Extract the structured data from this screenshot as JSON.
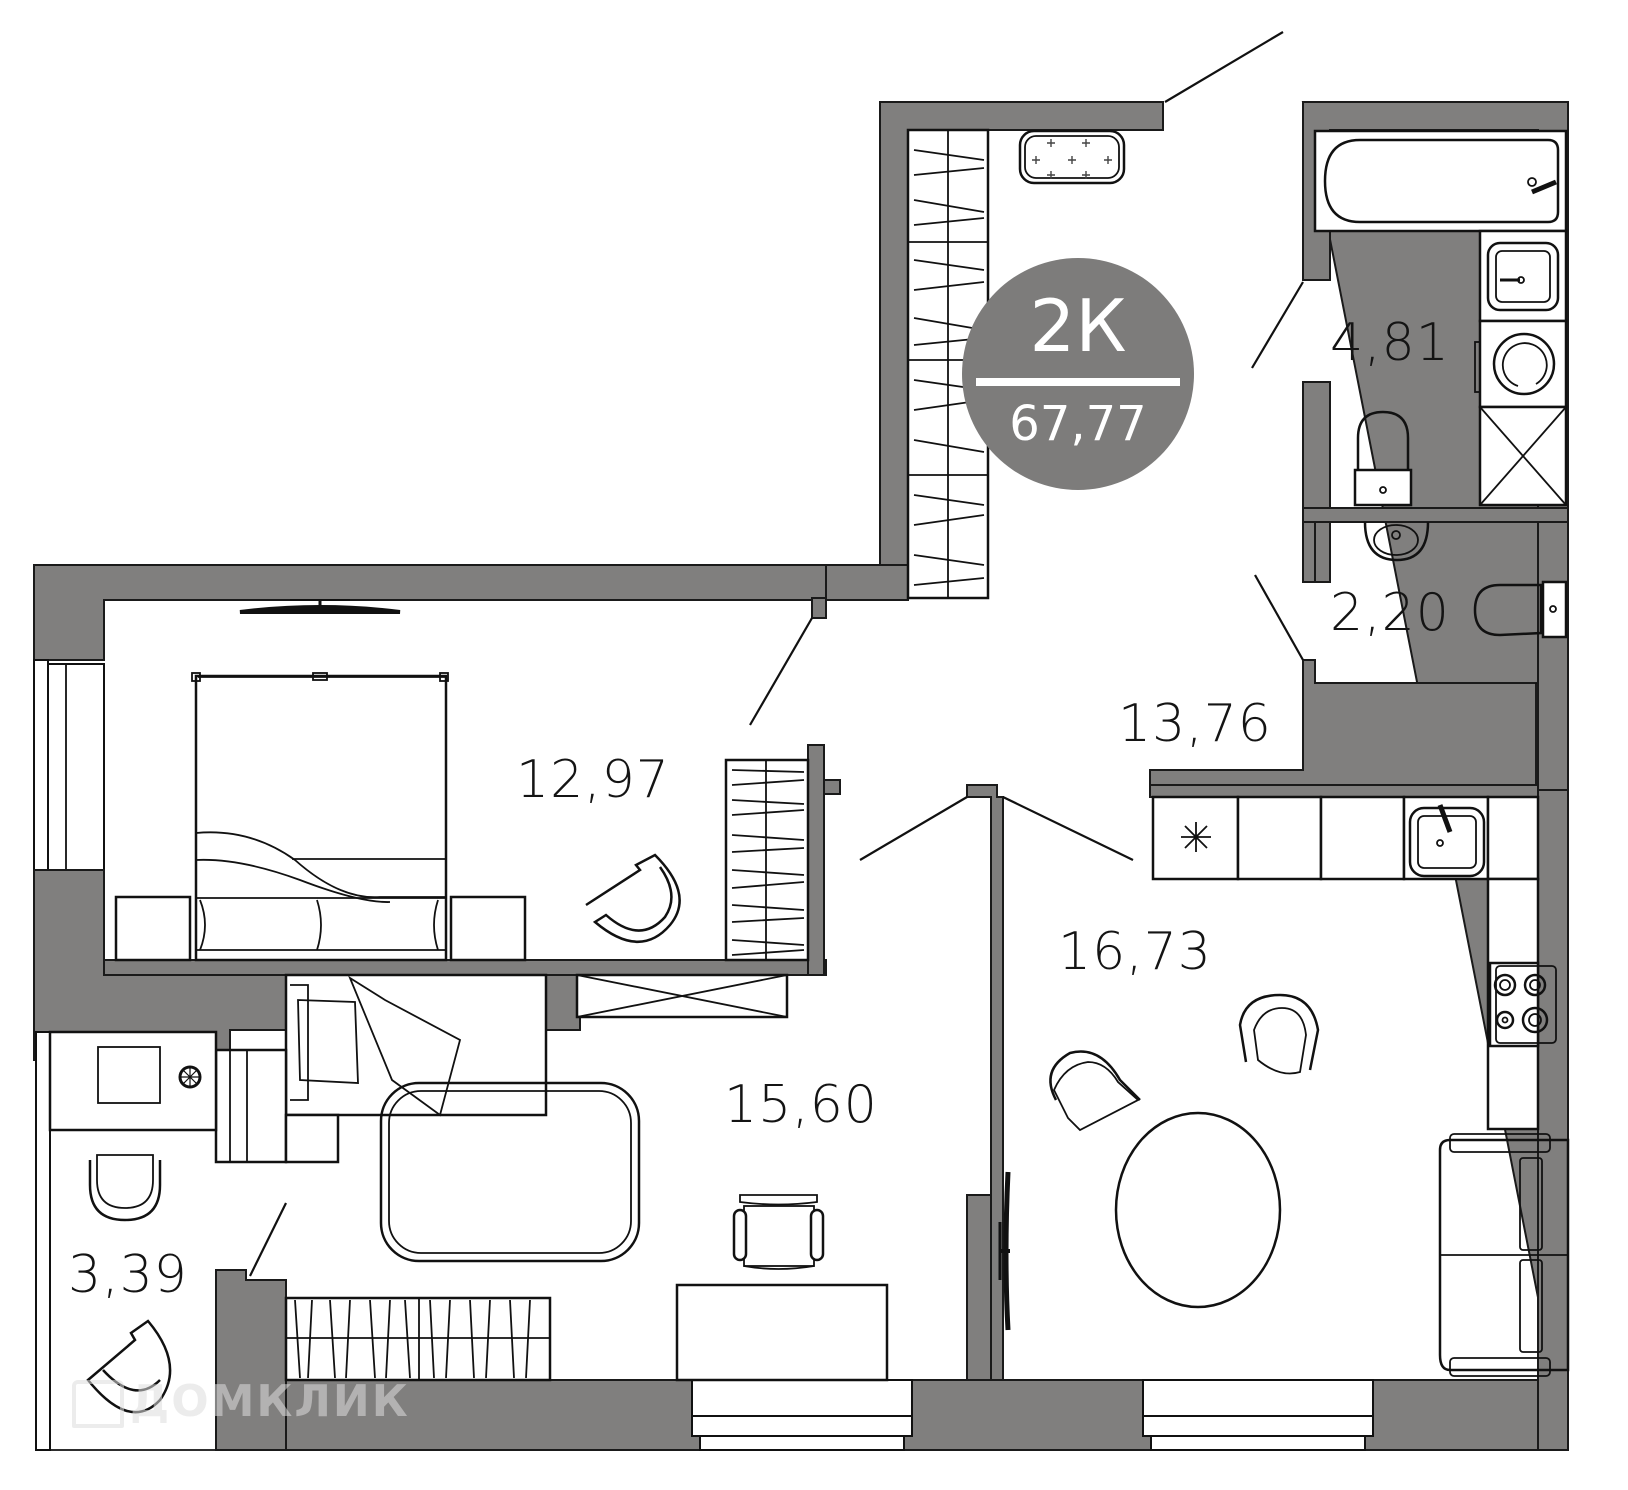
{
  "plan": {
    "apartment_type": "2К",
    "total_area": "67,77",
    "rooms": [
      {
        "id": "bedroom",
        "area": "12,97"
      },
      {
        "id": "hallway",
        "area": "13,76"
      },
      {
        "id": "bathroom",
        "area": "4,81"
      },
      {
        "id": "toilet",
        "area": "2,20"
      },
      {
        "id": "children-room",
        "area": "15,60"
      },
      {
        "id": "kitchen-living",
        "area": "16,73"
      },
      {
        "id": "balcony",
        "area": "3,39"
      }
    ]
  },
  "colors": {
    "wall": "#807f7e",
    "badge": "#7d7c7b",
    "line": "#111111",
    "background": "#ffffff"
  },
  "watermark": {
    "text": "ДОМКЛИК"
  }
}
